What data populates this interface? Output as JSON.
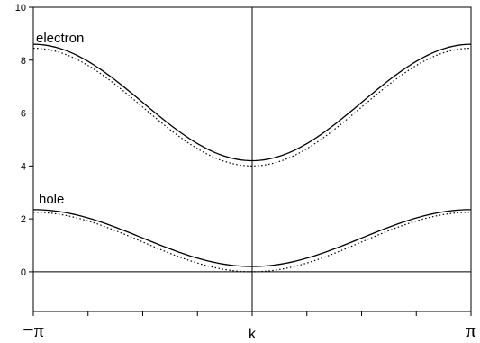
{
  "chart_data": {
    "type": "line",
    "xlabel": "k",
    "ylabel": "",
    "xlim": [
      -3.14159,
      3.14159
    ],
    "ylim": [
      -1.5,
      10
    ],
    "grid": false,
    "legend": "none",
    "x_tick_labels": [
      "−π",
      "π"
    ],
    "y_ticks": [
      0,
      2,
      4,
      6,
      8,
      10
    ],
    "x_minor_tick_fractions": [
      -0.75,
      -0.5,
      -0.25,
      0.25,
      0.5,
      0.75
    ],
    "reference_lines": {
      "horizontal_y": 0,
      "vertical_x": 0
    },
    "annotations": [
      {
        "text": "electron",
        "x": -3.14159,
        "y": 8.6
      },
      {
        "text": "hole",
        "x": -2.9,
        "y": 2.3
      }
    ],
    "series": [
      {
        "band": "electron",
        "style": "solid",
        "min": 4.2,
        "edge": 8.6
      },
      {
        "band": "electron",
        "style": "dotted",
        "min": 4.0,
        "edge": 8.45
      },
      {
        "band": "hole",
        "style": "solid",
        "min": 0.2,
        "edge": 2.35
      },
      {
        "band": "hole",
        "style": "dotted",
        "min": 0.0,
        "edge": 2.25
      }
    ],
    "colors": {
      "line": "#000000",
      "background": "#ffffff"
    }
  }
}
